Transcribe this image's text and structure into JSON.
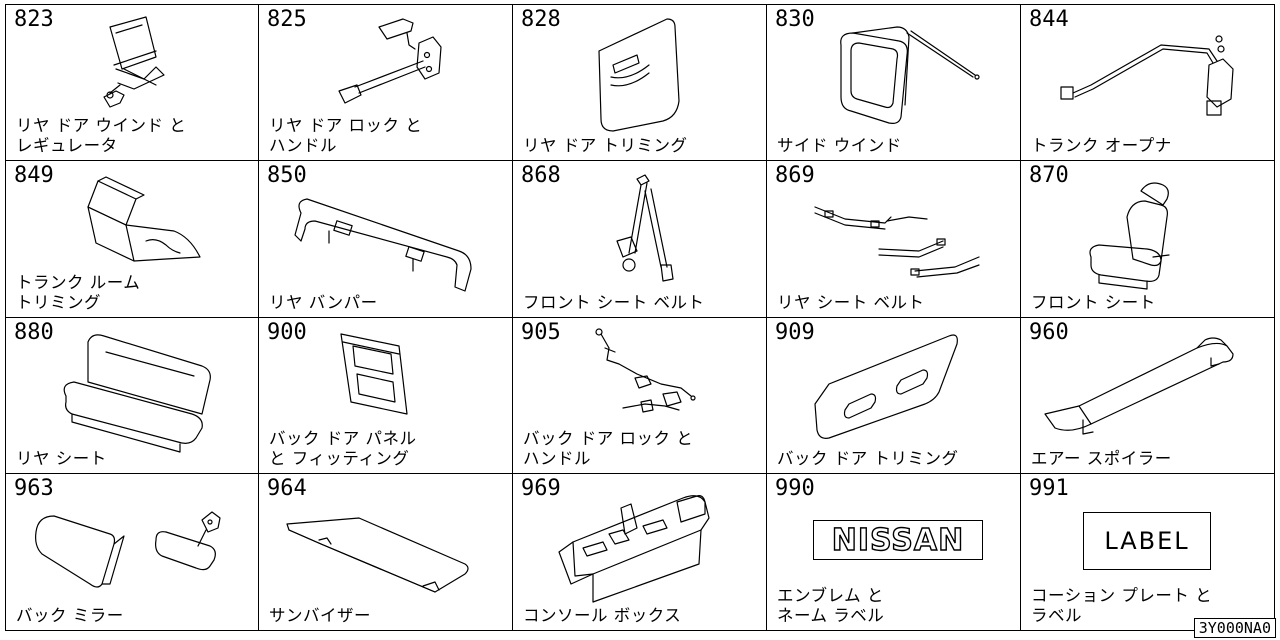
{
  "catalog": {
    "cells": [
      {
        "num": "823",
        "label": "リヤ ドア ウインド と\nレギュレータ"
      },
      {
        "num": "825",
        "label": "リヤ ドア ロック と\nハンドル"
      },
      {
        "num": "828",
        "label": "リヤ ドア トリミング"
      },
      {
        "num": "830",
        "label": "サイド ウインド"
      },
      {
        "num": "844",
        "label": "トランク オープナ"
      },
      {
        "num": "849",
        "label": "トランク ルーム\nトリミング"
      },
      {
        "num": "850",
        "label": "リヤ バンパー"
      },
      {
        "num": "868",
        "label": "フロント シート ベルト"
      },
      {
        "num": "869",
        "label": "リヤ シート ベルト"
      },
      {
        "num": "870",
        "label": "フロント シート"
      },
      {
        "num": "880",
        "label": "リヤ シート"
      },
      {
        "num": "900",
        "label": "バック ドア パネル\nと フィッティング"
      },
      {
        "num": "905",
        "label": "バック ドア ロック と\nハンドル"
      },
      {
        "num": "909",
        "label": "バック ドア トリミング"
      },
      {
        "num": "960",
        "label": "エアー スポイラー"
      },
      {
        "num": "963",
        "label": "バック ミラー"
      },
      {
        "num": "964",
        "label": "サンバイザー"
      },
      {
        "num": "969",
        "label": "コンソール ボックス"
      },
      {
        "num": "990",
        "label": "エンブレム と\nネーム ラベル",
        "badge": "NISSAN"
      },
      {
        "num": "991",
        "label": "コーション プレート と\nラベル",
        "badge": "LABEL"
      }
    ],
    "diagram_code": "3Y000NA0"
  }
}
